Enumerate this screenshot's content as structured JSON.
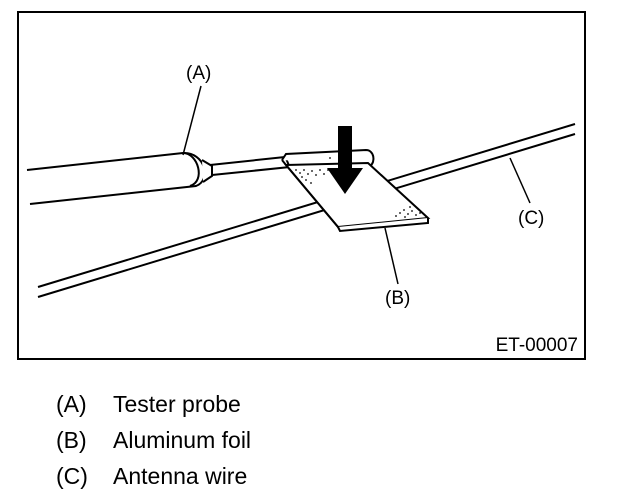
{
  "figure": {
    "callouts": {
      "a": "(A)",
      "b": "(B)",
      "c": "(C)"
    },
    "figure_code": "ET-00007"
  },
  "legend": [
    {
      "key": "(A)",
      "text": "Tester probe"
    },
    {
      "key": "(B)",
      "text": "Aluminum foil"
    },
    {
      "key": "(C)",
      "text": "Antenna wire"
    }
  ]
}
